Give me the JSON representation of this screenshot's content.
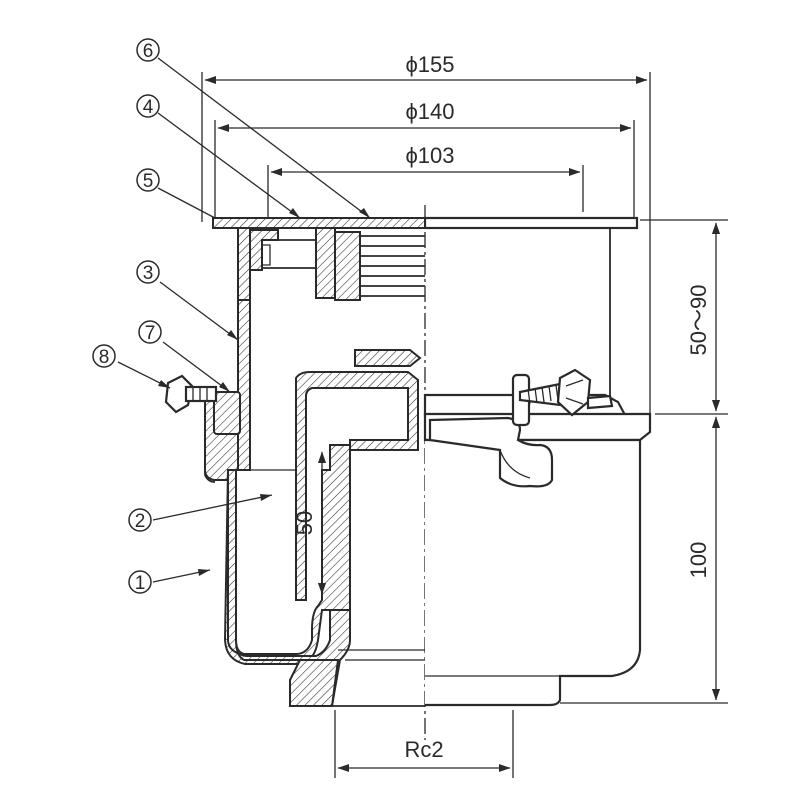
{
  "dimensions": {
    "dia_155": "ϕ155",
    "dia_140": "ϕ140",
    "dia_103": "ϕ103",
    "height_adjust": "50～90",
    "height_body": "100",
    "height_trap": "50",
    "outlet_thread": "Rc2"
  },
  "callouts": {
    "c1": "1",
    "c2": "2",
    "c3": "3",
    "c4": "4",
    "c5": "5",
    "c6": "6",
    "c7": "7",
    "c8": "8"
  },
  "colors": {
    "line": "#2a2a2a",
    "background": "#ffffff"
  }
}
